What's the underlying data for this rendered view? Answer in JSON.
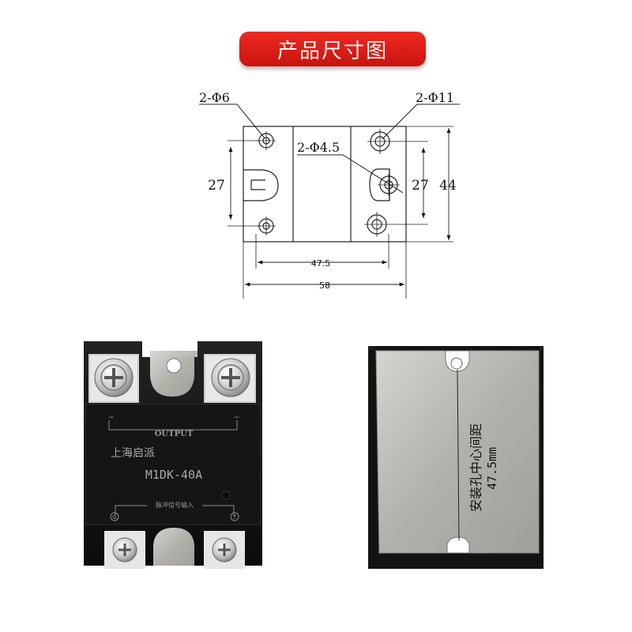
{
  "banner": {
    "title": "产品尺寸图"
  },
  "drawing": {
    "hole_left_label": "2-Φ6",
    "hole_right_label": "2-Φ11",
    "hole_center_label": "2-Φ4.5",
    "left_height": "27",
    "right_height": "27",
    "total_height": "44",
    "hole_spacing": "47.5",
    "total_width": "58"
  },
  "front_photo": {
    "output_label": "OUTPUT",
    "brand": "上海启派",
    "model": "M1DK-40A",
    "input_label": "脉冲信号输入",
    "terminal_g": "G",
    "terminal_t": "T"
  },
  "back_photo": {
    "spacing_caption": "安装孔中心间距",
    "spacing_value": "47.5mm"
  },
  "colors": {
    "banner_red": "#e0201a",
    "body_black": "#141414",
    "plate_gray": "#b8b6b0"
  }
}
